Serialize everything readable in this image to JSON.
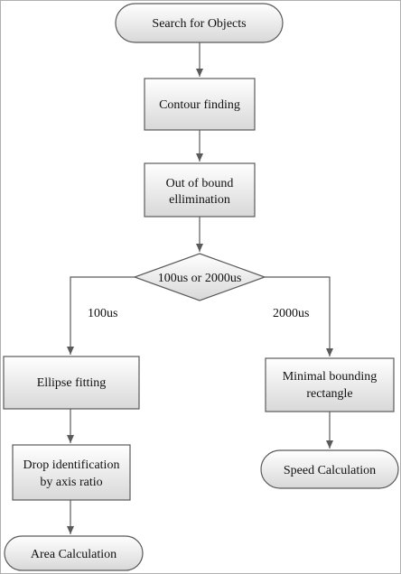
{
  "diagram": {
    "nodes": {
      "search": {
        "label": "Search for Objects",
        "shape": "terminal"
      },
      "contour": {
        "label": "Contour finding",
        "shape": "process"
      },
      "bound": {
        "label": [
          "Out of bound",
          "ellimination"
        ],
        "shape": "process"
      },
      "decision": {
        "label": "100us or 2000us",
        "shape": "decision"
      },
      "ellipse": {
        "label": "Ellipse fitting",
        "shape": "process"
      },
      "drop": {
        "label": [
          "Drop identification",
          "by axis ratio"
        ],
        "shape": "process"
      },
      "area": {
        "label": "Area Calculation",
        "shape": "terminal"
      },
      "rect": {
        "label": [
          "Minimal bounding",
          "rectangle"
        ],
        "shape": "process"
      },
      "speed": {
        "label": "Speed Calculation",
        "shape": "terminal"
      }
    },
    "edges": {
      "left_branch": "100us",
      "right_branch": "2000us"
    },
    "colors": {
      "stroke": "#5a5a5a",
      "fill_top": "#ffffff",
      "fill_bottom": "#dcdcdc",
      "text": "#111111"
    }
  }
}
